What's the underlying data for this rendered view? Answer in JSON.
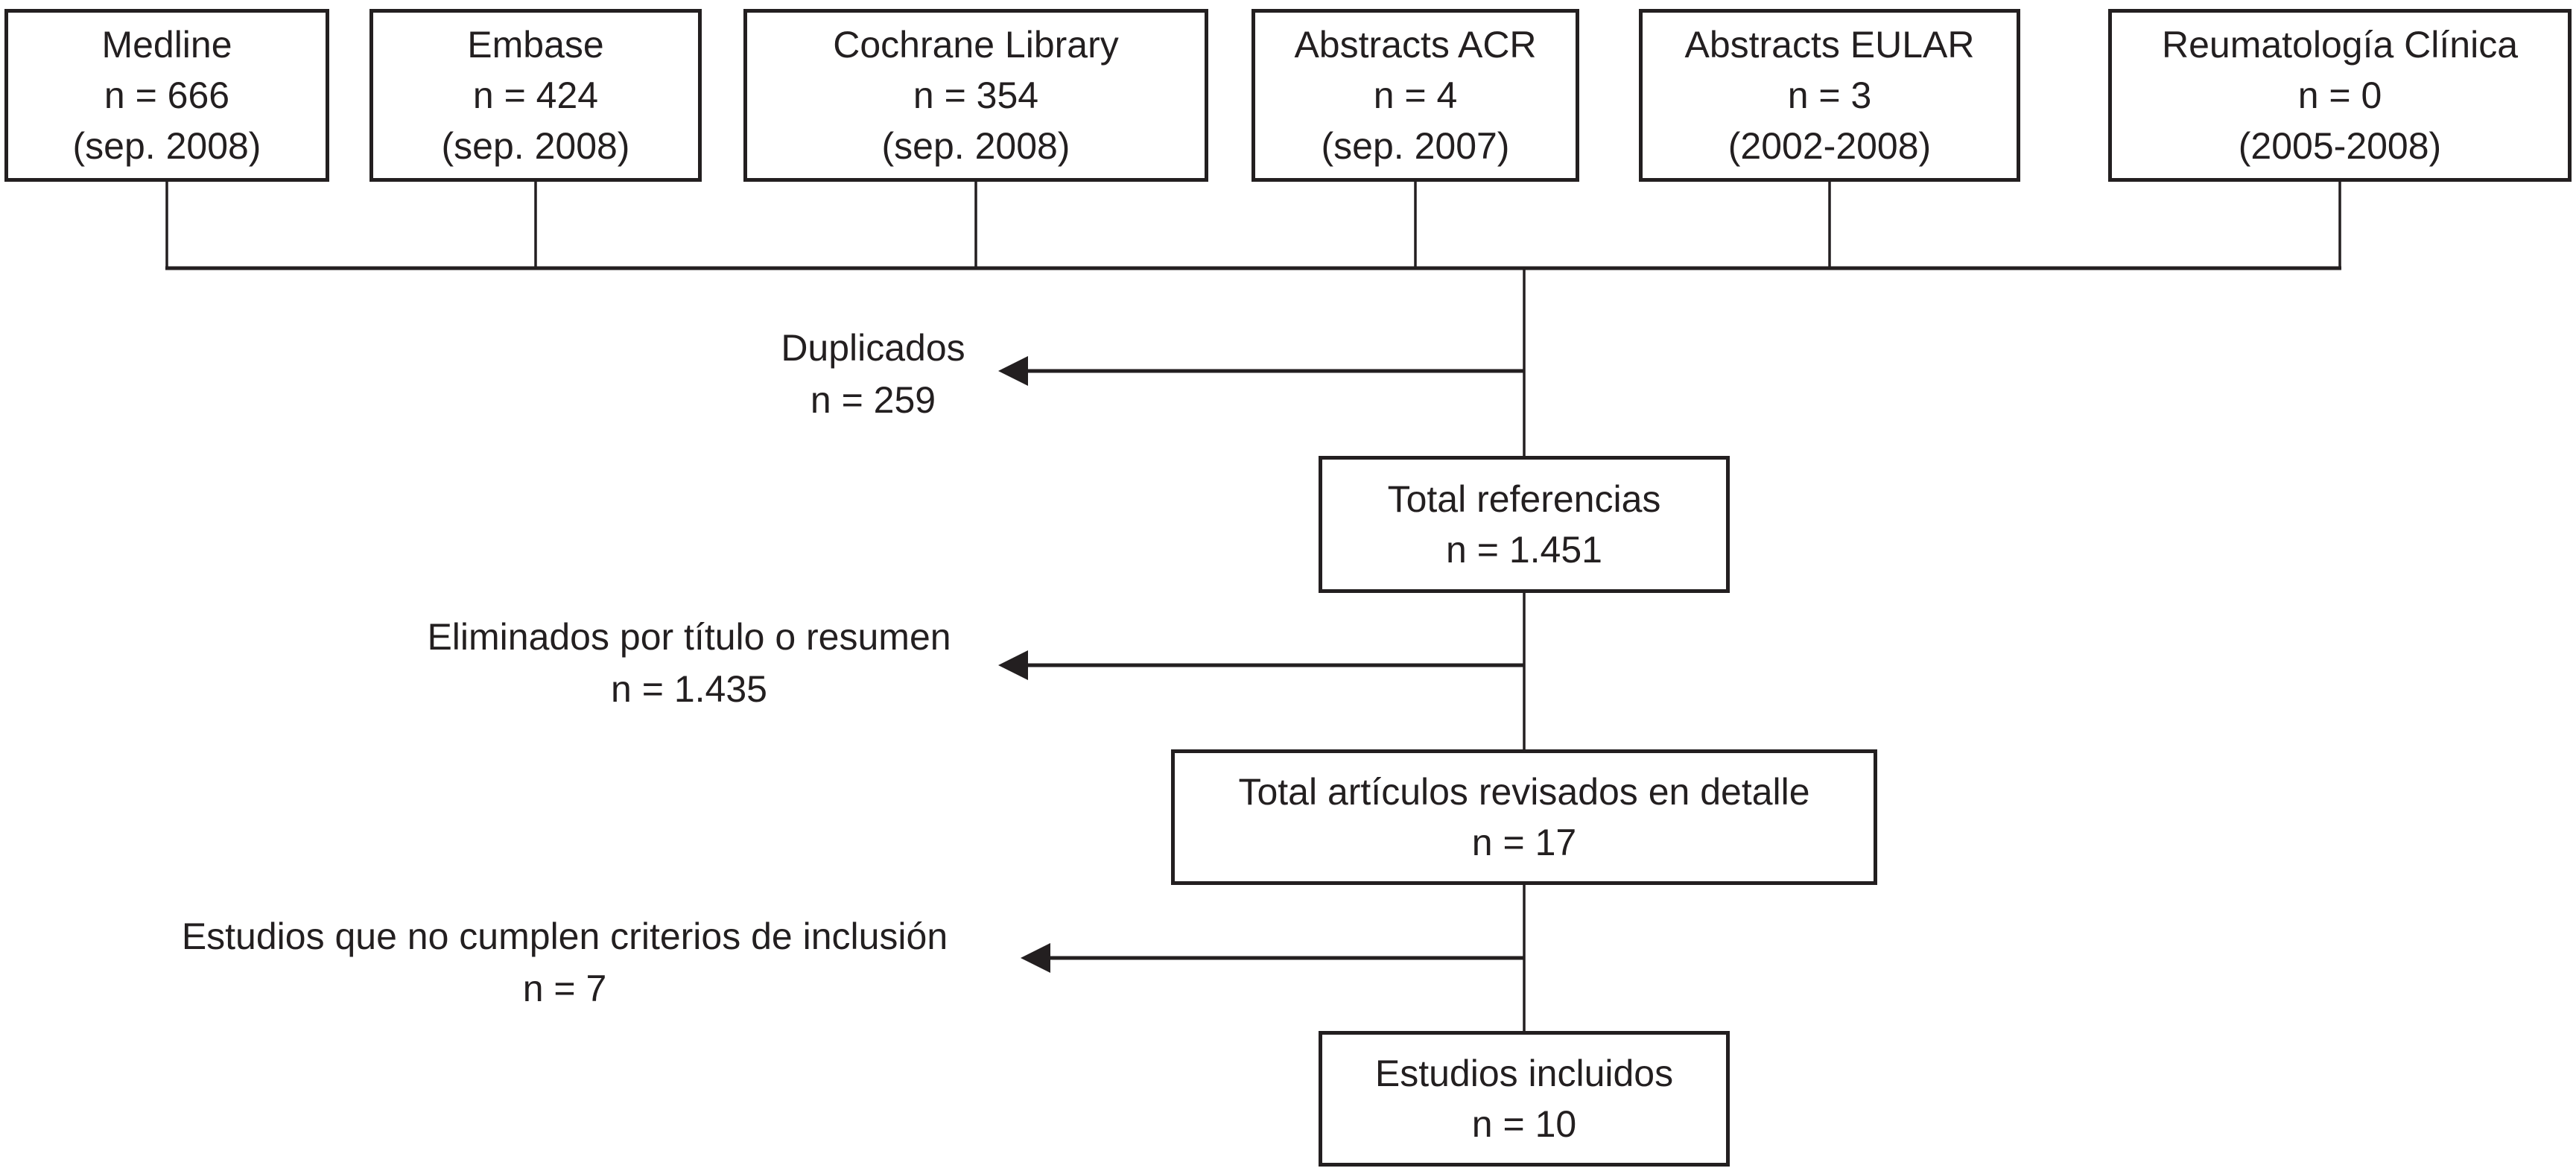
{
  "diagram": {
    "type": "flowchart",
    "language": "es",
    "colors": {
      "background": "#ffffff",
      "line": "#231f20",
      "text": "#231f20"
    },
    "sources": [
      {
        "name": "Medline",
        "n": "n = 666",
        "period": "(sep. 2008)"
      },
      {
        "name": "Embase",
        "n": "n = 424",
        "period": "(sep. 2008)"
      },
      {
        "name": "Cochrane Library",
        "n": "n = 354",
        "period": "(sep. 2008)"
      },
      {
        "name": "Abstracts ACR",
        "n": "n = 4",
        "period": "(sep. 2007)"
      },
      {
        "name": "Abstracts EULAR",
        "n": "n = 3",
        "period": "(2002-2008)"
      },
      {
        "name": "Reumatología Clínica",
        "n": "n = 0",
        "period": "(2005-2008)"
      }
    ],
    "stages": [
      {
        "label": "Total referencias",
        "n": "n = 1.451"
      },
      {
        "label": "Total artículos revisados en detalle",
        "n": "n = 17"
      },
      {
        "label": "Estudios incluidos",
        "n": "n = 10"
      }
    ],
    "exclusions": [
      {
        "label": "Duplicados",
        "n": "n = 259"
      },
      {
        "label": "Eliminados por título o resumen",
        "n": "n = 1.435"
      },
      {
        "label": "Estudios que no cumplen criterios de inclusión",
        "n": "n = 7"
      }
    ]
  }
}
